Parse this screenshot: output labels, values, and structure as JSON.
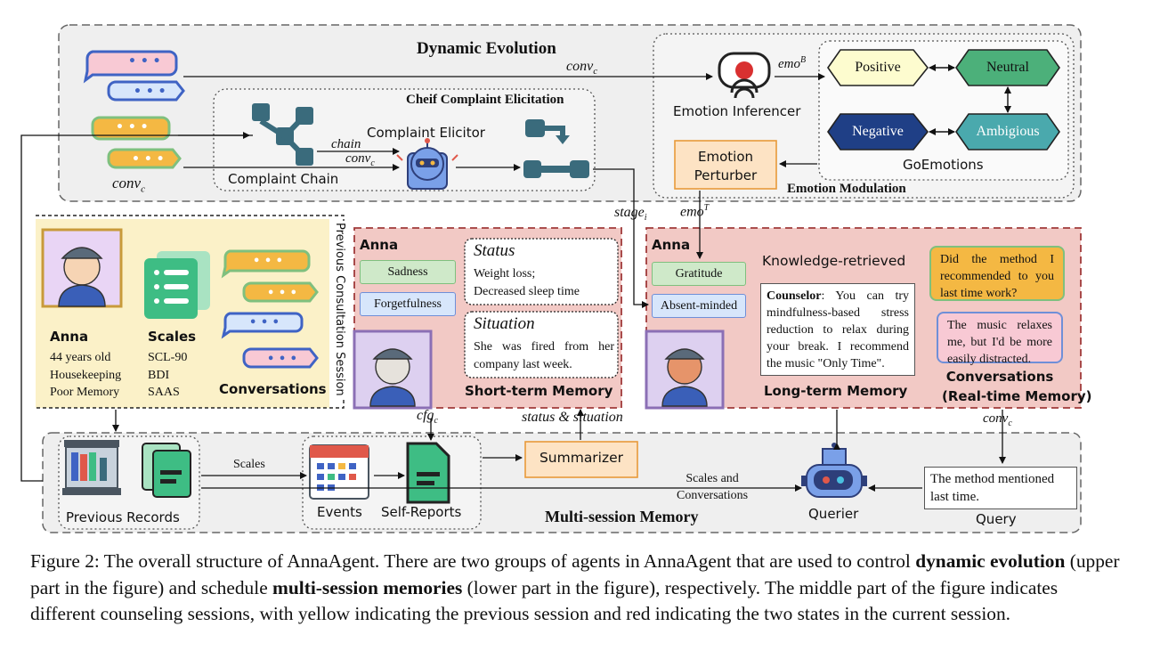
{
  "dynamic": {
    "title": "Dynamic Evolution",
    "conv_top": "conv",
    "conv_top_sub": "c",
    "conv_left": "conv",
    "conv_left_sub": "c",
    "chief_title": "Cheif Complaint Elicitation",
    "complaint_chain": "Complaint Chain",
    "complaint_elicitor": "Complaint Elicitor",
    "chain": "chain",
    "conv_c2": "conv",
    "conv_c2_sub": "c",
    "emotion_inferencer": "Emotion Inferencer",
    "emo_b": "emo",
    "emo_b_sup": "B",
    "emotion_perturber_l1": "Emotion",
    "emotion_perturber_l2": "Perturber",
    "emotion_modulation": "Emotion Modulation",
    "goemotions": "GoEmotions",
    "positive": "Positive",
    "neutral": "Neutral",
    "negative": "Negative",
    "ambigious": "Ambigious",
    "stage": "stage",
    "stage_sub": "i",
    "emo_t": "emo",
    "emo_t_sup": "T",
    "colors": {
      "positive": "#fdfccf",
      "neutral": "#4cb07a",
      "negative": "#1f3f86",
      "ambigious": "#4aa9ad"
    }
  },
  "previous": {
    "side_label": "Previous Consultation Session",
    "anna": "Anna",
    "lines": [
      "44 years old",
      "Housekeeping",
      "Poor Memory"
    ],
    "scales_title": "Scales",
    "scales": [
      "SCL-90",
      "BDI",
      "SAAS"
    ],
    "conversations": "Conversations",
    "bg": "#fbf1c8"
  },
  "short_term": {
    "anna": "Anna",
    "tags": [
      "Sadness",
      "Forgetfulness"
    ],
    "status_title": "Status",
    "status_lines": [
      "Weight loss;",
      "Decreased sleep time"
    ],
    "situation_title": "Situation",
    "situation_text": "She was fired from her company last week.",
    "label": "Short-term Memory",
    "bg": "#f2c9c5"
  },
  "long_term": {
    "anna": "Anna",
    "tags": [
      "Gratitude",
      "Absent-minded"
    ],
    "knowledge": "Knowledge-retrieved",
    "counselor_label": "Counselor",
    "counselor_text": ": You can try mindfulness-based stress reduction to relax during your break. I recommend the music \"Only Time\".",
    "label": "Long-term Memory",
    "bubble1": "Did the method I recommended to you last time work?",
    "bubble2": "The music relaxes me, but I'd be more easily distracted.",
    "conv_label1": "Conversations",
    "conv_label2": "(Real-time Memory)"
  },
  "multi": {
    "title": "Multi-session Memory",
    "previous_records": "Previous Records",
    "scales": "Scales",
    "events": "Events",
    "self_reports": "Self-Reports",
    "cfg": "cfg",
    "cfg_sub": "c",
    "status_situation": "status & situation",
    "summarizer": "Summarizer",
    "scales_conv1": "Scales and",
    "scales_conv2": "Conversations",
    "querier": "Querier",
    "query_text": "The method mentioned last time.",
    "query": "Query",
    "conv_c": "conv",
    "conv_c_sub": "c"
  },
  "caption": {
    "p1": "Figure 2: The overall structure of AnnaAgent. There are two groups of agents in AnnaAgent that are used to control ",
    "b1": "dynamic evolution",
    "p2": " (upper part in the figure) and schedule ",
    "b2": "multi-session memories",
    "p3": " (lower part in the figure), respectively. The middle part of the figure indicates different counseling sessions, with yellow indicating the previous session and red indicating the two states in the current session."
  }
}
